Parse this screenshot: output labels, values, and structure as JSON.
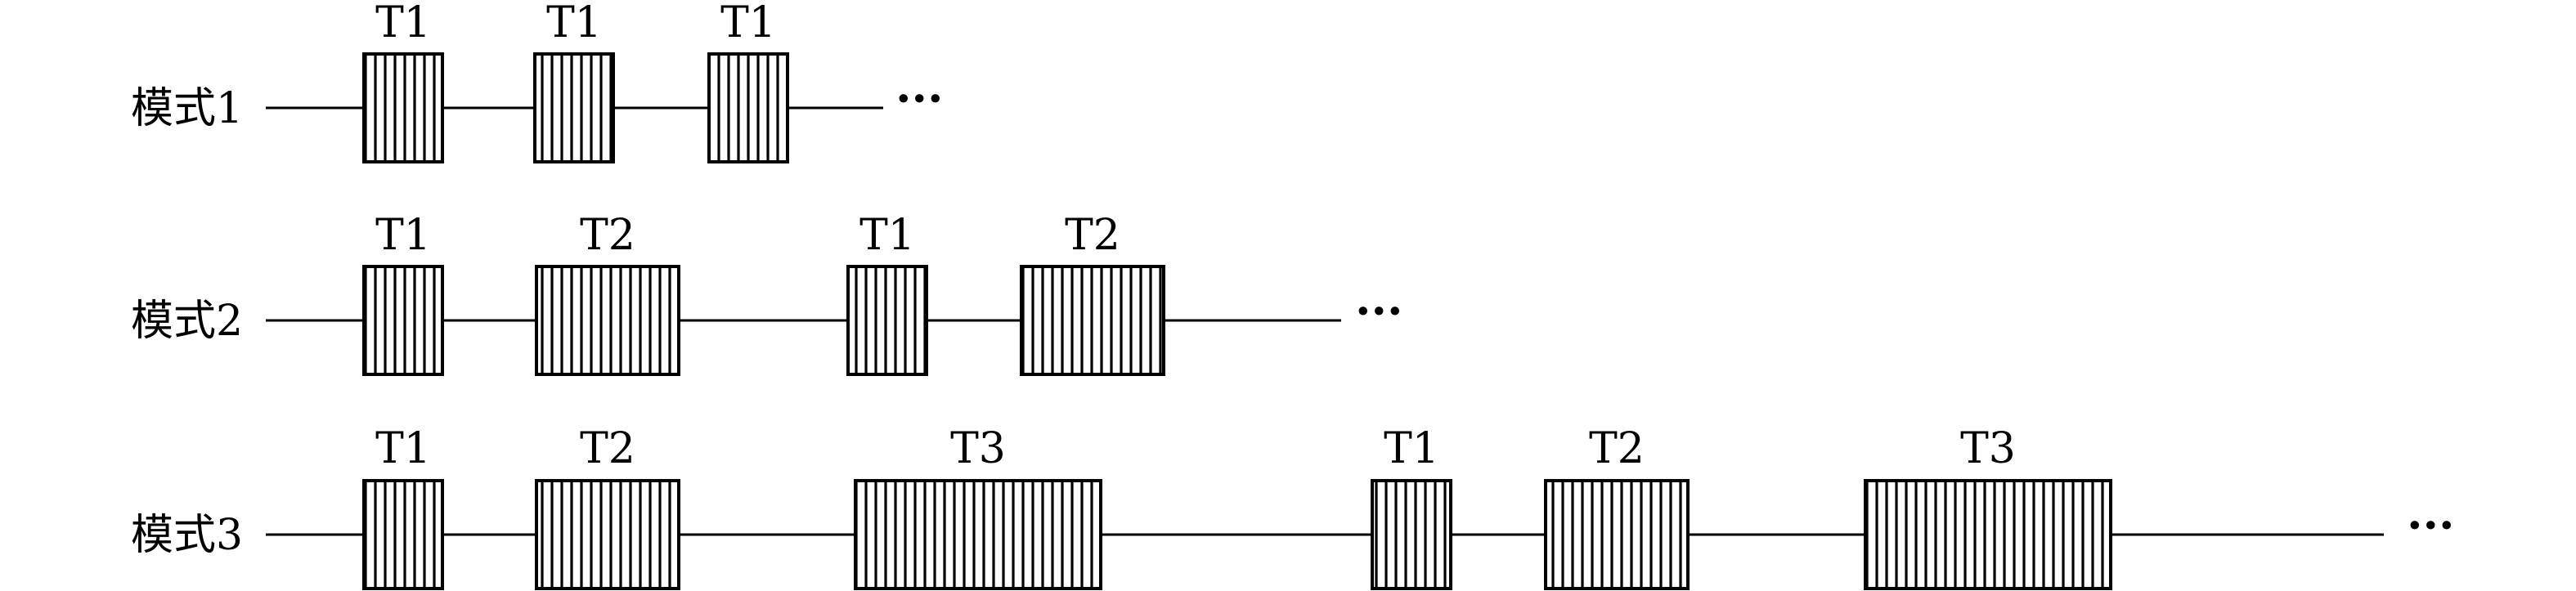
{
  "rows": [
    {
      "label": "模式1",
      "blocks": [
        {
          "label": "T1",
          "kind": "T1"
        },
        {
          "label": "T1",
          "kind": "T1"
        },
        {
          "label": "T1",
          "kind": "T1"
        }
      ],
      "continuation": "···"
    },
    {
      "label": "模式2",
      "blocks": [
        {
          "label": "T1",
          "kind": "T1"
        },
        {
          "label": "T2",
          "kind": "T2"
        },
        {
          "label": "T1",
          "kind": "T1"
        },
        {
          "label": "T2",
          "kind": "T2"
        }
      ],
      "continuation": "···"
    },
    {
      "label": "模式3",
      "blocks": [
        {
          "label": "T1",
          "kind": "T1"
        },
        {
          "label": "T2",
          "kind": "T2"
        },
        {
          "label": "T3",
          "kind": "T3"
        },
        {
          "label": "T1",
          "kind": "T1"
        },
        {
          "label": "T2",
          "kind": "T2"
        },
        {
          "label": "T3",
          "kind": "T3"
        }
      ],
      "continuation": "···"
    }
  ],
  "colors": {
    "stroke": "#000000",
    "background": "#ffffff"
  }
}
